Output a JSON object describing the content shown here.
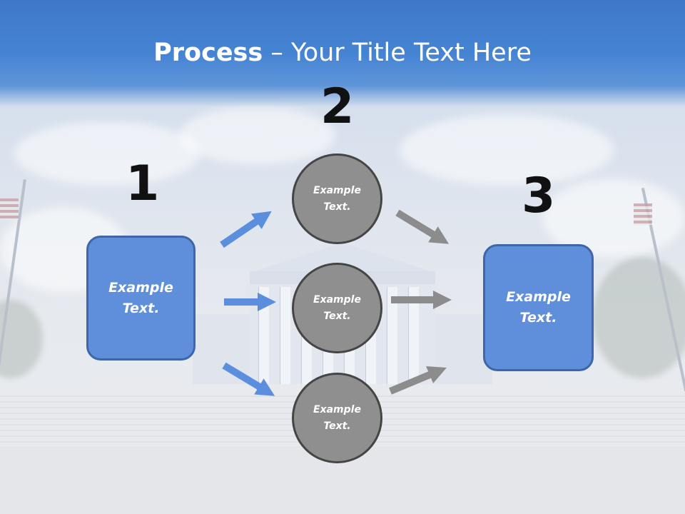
{
  "title": {
    "bold": "Process",
    "rest": " – Your Title Text Here"
  },
  "steps": [
    "1",
    "2",
    "3"
  ],
  "left_box": {
    "line1": "Example",
    "line2": "Text."
  },
  "right_box": {
    "line1": "Example",
    "line2": "Text."
  },
  "circles": [
    {
      "line1": "Example",
      "line2": "Text."
    },
    {
      "line1": "Example",
      "line2": "Text."
    },
    {
      "line1": "Example",
      "line2": "Text."
    }
  ],
  "colors": {
    "header": "#4583d3",
    "box_fill": "#5f8fda",
    "box_border": "#3e66a8",
    "circle_fill": "#8f8f8f",
    "circle_border": "#454545",
    "arrow_blue": "#5b8fdd",
    "arrow_gray": "#8c8c8c"
  }
}
